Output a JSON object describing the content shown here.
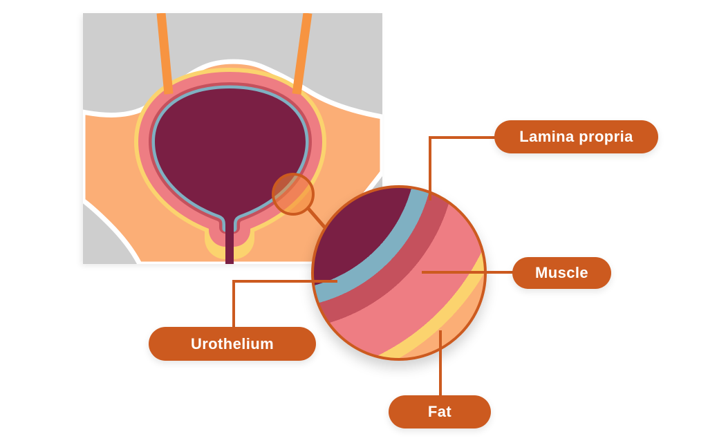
{
  "labels": {
    "lamina_propria": "Lamina propria",
    "muscle": "Muscle",
    "urothelium": "Urothelium",
    "fat": "Fat"
  },
  "colors": {
    "accent_orange": "#cc5a1f",
    "panel_gray": "#cecece",
    "outline_white": "#ffffff",
    "bladder_lumen_maroon": "#7a1f44",
    "urothelium_blue": "#7fb0c2",
    "lamina_propria_rose": "#c5515d",
    "muscle_pink": "#ee7d83",
    "fat_yellow": "#fbd36e",
    "fat_peach": "#fbae76",
    "ureter_orange": "#f79441",
    "magnifier_fill": "#f38635",
    "label_text": "#ffffff"
  },
  "icons": {
    "magnifier": "magnifier-circle-icon"
  }
}
